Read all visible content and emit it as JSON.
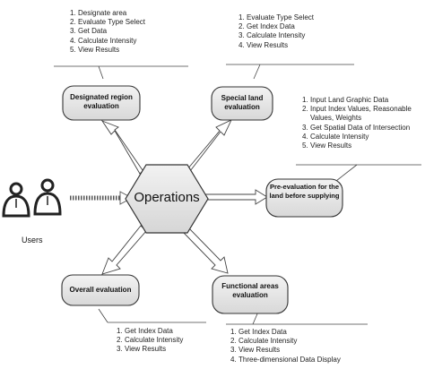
{
  "center": {
    "label": "Operations"
  },
  "users": {
    "label": "Users"
  },
  "nodes": {
    "designated": {
      "label": "Designated region evaluation"
    },
    "special": {
      "label": "Special land evaluation"
    },
    "pre_evaluation": {
      "label": "Pre-evaluation for the land before supplying"
    },
    "overall": {
      "label": "Overall evaluation"
    },
    "functional": {
      "label": "Functional areas evaluation"
    }
  },
  "lists": {
    "designated": [
      {
        "num": "1.",
        "text": "Designate area"
      },
      {
        "num": "2.",
        "text": "Evaluate Type Select"
      },
      {
        "num": "3.",
        "text": "Get Data"
      },
      {
        "num": "4.",
        "text": "Calculate Intensity"
      },
      {
        "num": "5.",
        "text": "View Results"
      }
    ],
    "special": [
      {
        "num": "1.",
        "text": "Evaluate Type Select"
      },
      {
        "num": "2.",
        "text": "Get Index Data"
      },
      {
        "num": "3.",
        "text": "Calculate Intensity"
      },
      {
        "num": "4.",
        "text": "View Results"
      }
    ],
    "pre_evaluation": [
      {
        "num": "1.",
        "text": "Input Land Graphic Data"
      },
      {
        "num": "2.",
        "text": "Input Index Values, Reasonable"
      },
      {
        "num": "",
        "text": "Values, Weights"
      },
      {
        "num": "3.",
        "text": "Get Spatial Data of Intersection"
      },
      {
        "num": "4.",
        "text": "Calculate Intensity"
      },
      {
        "num": "5.",
        "text": "View Results"
      }
    ],
    "overall": [
      {
        "num": "1.",
        "text": "Get Index Data"
      },
      {
        "num": "2.",
        "text": "Calculate Intensity"
      },
      {
        "num": "3.",
        "text": "View Results"
      }
    ],
    "functional": [
      {
        "num": "1.",
        "text": "Get Index Data"
      },
      {
        "num": "2.",
        "text": "Calculate Intensity"
      },
      {
        "num": "3.",
        "text": "View Results"
      },
      {
        "num": "4.",
        "text": "Three-dimensional Data Display"
      }
    ]
  },
  "colors": {
    "node_fill": "#e6e6e6",
    "line": "#444444",
    "arrow_fill": "#ffffff"
  }
}
